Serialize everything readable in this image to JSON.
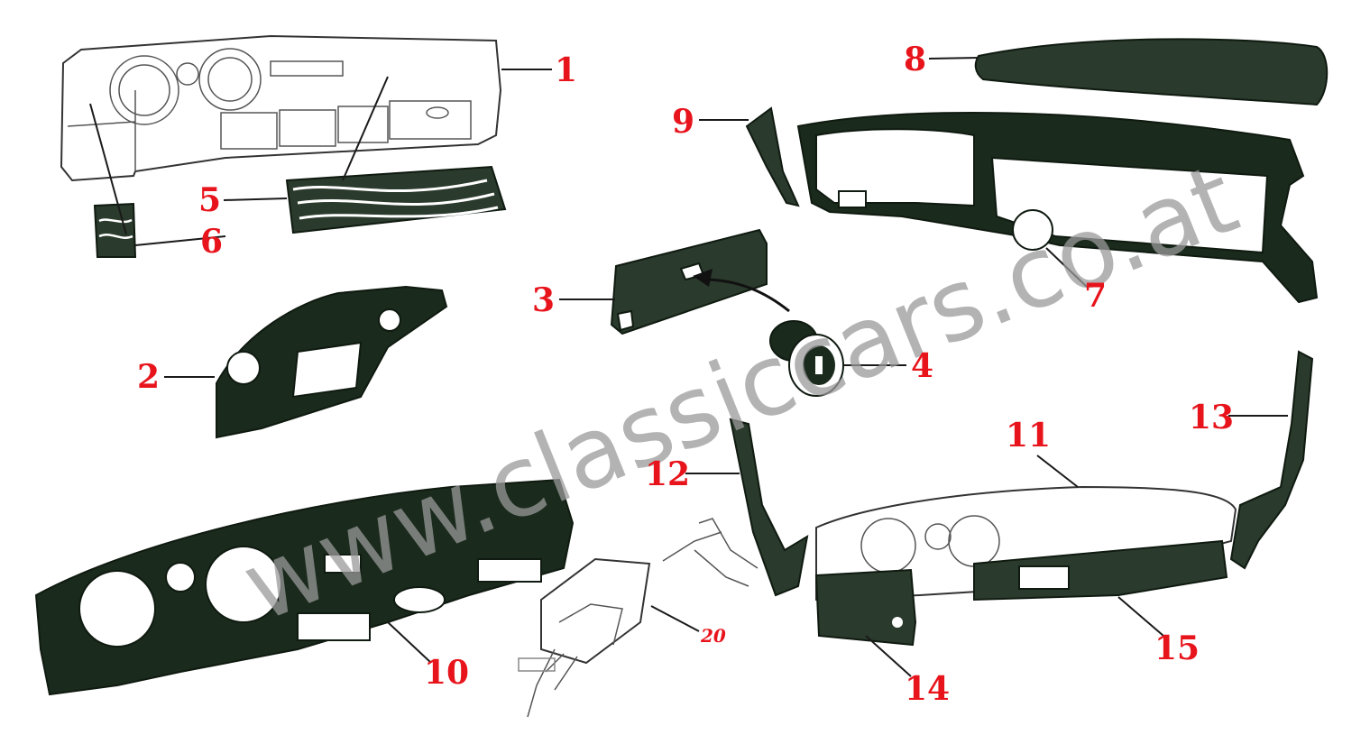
{
  "watermark": "www.classiccars.co.at",
  "colors": {
    "label": "#e8141c",
    "part_dark": "#1a2a1c",
    "watermark": "#9a9a9a"
  },
  "labels": [
    {
      "id": "1",
      "text": "1"
    },
    {
      "id": "2",
      "text": "2"
    },
    {
      "id": "3",
      "text": "3"
    },
    {
      "id": "4",
      "text": "4"
    },
    {
      "id": "5",
      "text": "5"
    },
    {
      "id": "6",
      "text": "6"
    },
    {
      "id": "7",
      "text": "7"
    },
    {
      "id": "8",
      "text": "8"
    },
    {
      "id": "9",
      "text": "9"
    },
    {
      "id": "10",
      "text": "10"
    },
    {
      "id": "11",
      "text": "11"
    },
    {
      "id": "12",
      "text": "12"
    },
    {
      "id": "13",
      "text": "13"
    },
    {
      "id": "14",
      "text": "14"
    },
    {
      "id": "15",
      "text": "15"
    },
    {
      "id": "20",
      "text": "20"
    }
  ]
}
